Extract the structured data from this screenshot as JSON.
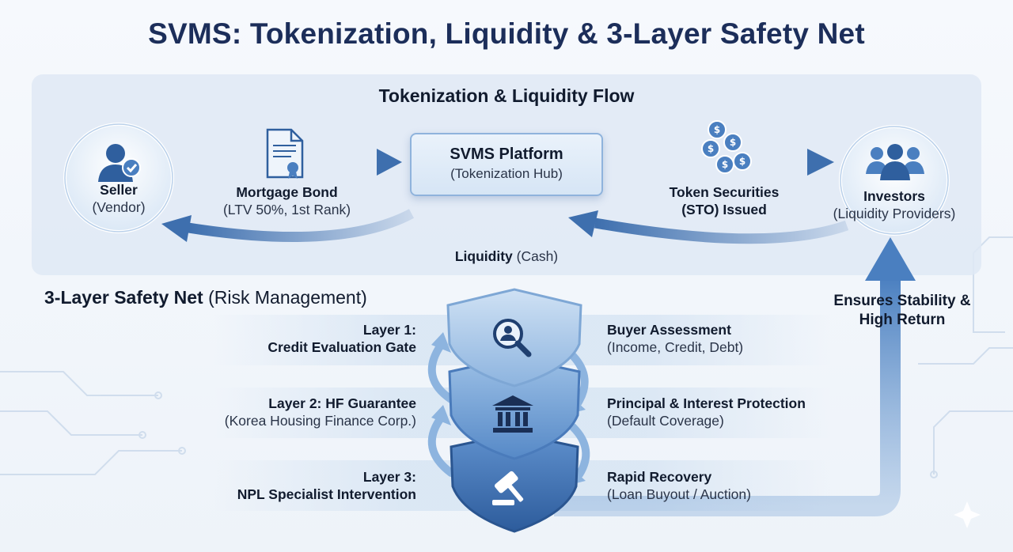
{
  "title": "SVMS: Tokenization, Liquidity & 3-Layer Safety Net",
  "flow": {
    "title": "Tokenization & Liquidity Flow",
    "seller": {
      "name": "Seller",
      "sub": "(Vendor)"
    },
    "bond": {
      "name": "Mortgage Bond",
      "sub": "(LTV 50%, 1st Rank)"
    },
    "hub": {
      "name": "SVMS Platform",
      "sub": "(Tokenization Hub)"
    },
    "tokens": {
      "line1": "Token Securities",
      "line2": "(STO) Issued"
    },
    "investors": {
      "name": "Investors",
      "sub": "(Liquidity Providers)"
    },
    "liquidity": {
      "name": "Liquidity",
      "sub": "(Cash)"
    }
  },
  "safety": {
    "title_bold": "3-Layer Safety Net",
    "title_rest": "(Risk Management)",
    "ensures_line1": "Ensures Stability &",
    "ensures_line2": "High Return",
    "layers": [
      {
        "left1": "Layer 1:",
        "left2": "Credit Evaluation Gate",
        "right1": "Buyer Assessment",
        "right2": "(Income, Credit, Debt)",
        "icon": "magnifier-person-icon"
      },
      {
        "left1": "Layer 2: HF Guarantee",
        "left2": "(Korea Housing Finance Corp.)",
        "right1": "Principal & Interest Protection",
        "right2": "(Default Coverage)",
        "icon": "bank-icon"
      },
      {
        "left1": "Layer 3:",
        "left2": "NPL Specialist Intervention",
        "right1": "Rapid Recovery",
        "right2": "(Loan Buyout / Auction)",
        "icon": "gavel-icon"
      }
    ]
  },
  "colors": {
    "title": "#1c2e5a",
    "arrow": "#3e6fae",
    "shield_light": "#a9c8e8",
    "shield_mid": "#5d8fcb",
    "shield_dark": "#2f5f9e"
  }
}
